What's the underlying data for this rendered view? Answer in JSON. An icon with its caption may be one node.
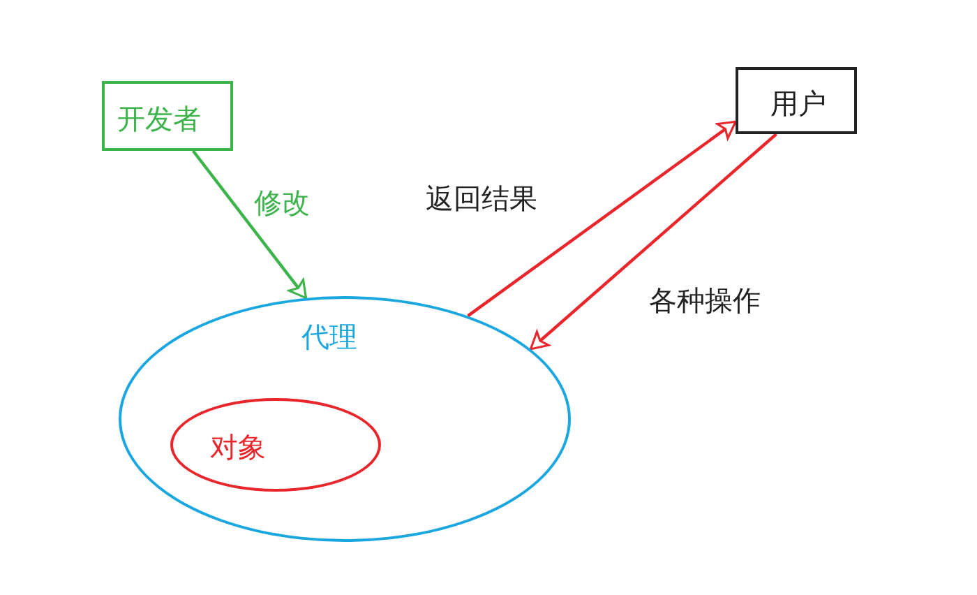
{
  "diagram": {
    "nodes": [
      {
        "text": [
          "开发者"
        ]
      },
      {
        "text": [
          "用户"
        ]
      },
      {
        "text": [
          "代理"
        ]
      },
      {
        "text": [
          "对象"
        ],
        "in": 2
      }
    ],
    "edges": [
      {
        "from": 0,
        "to": 2,
        "arrow": "to",
        "label": "修改",
        "color": "#3cb44b"
      },
      {
        "from": 2,
        "to": 1,
        "arrow": "to",
        "label": "返回结果",
        "color": "#e8262b"
      },
      {
        "from": 1,
        "to": 2,
        "arrow": "to",
        "label": "各种操作",
        "color": "#e8262b"
      }
    ]
  }
}
